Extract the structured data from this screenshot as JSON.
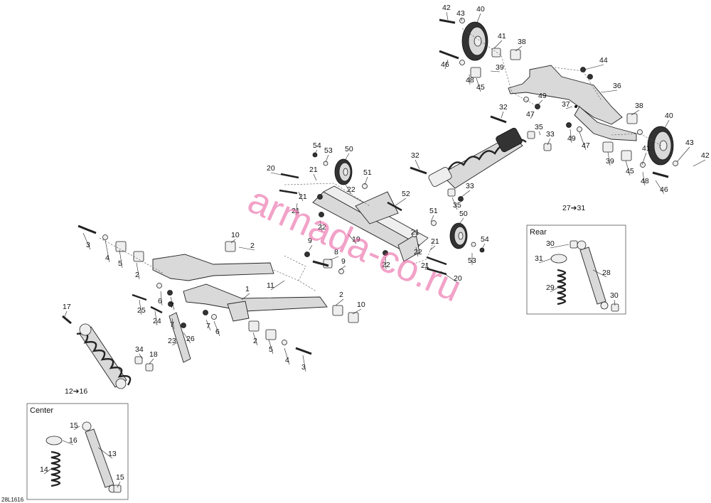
{
  "diagram_code": "28L1616",
  "watermark": "armada-co.ru",
  "callout_range_center": "12➔16",
  "callout_range_rear": "27➔31",
  "inset_center": {
    "title": "Center",
    "labels": [
      "15",
      "16",
      "13",
      "14",
      "15"
    ]
  },
  "inset_rear": {
    "title": "Rear",
    "labels": [
      "30",
      "31",
      "28",
      "29",
      "30"
    ]
  },
  "part_numbers": [
    "42",
    "43",
    "40",
    "41",
    "38",
    "46",
    "48",
    "45",
    "39",
    "44",
    "36",
    "49",
    "47",
    "37",
    "32",
    "35",
    "33",
    "38",
    "40",
    "49",
    "47",
    "39",
    "45",
    "41",
    "43",
    "42",
    "48",
    "46",
    "32",
    "33",
    "35",
    "54",
    "53",
    "50",
    "20",
    "21",
    "21",
    "21",
    "22",
    "51",
    "52",
    "19",
    "22",
    "22",
    "51",
    "50",
    "54",
    "53",
    "21",
    "22",
    "21",
    "21",
    "20",
    "10",
    "2",
    "9",
    "8",
    "9",
    "11",
    "3",
    "4",
    "5",
    "2",
    "6",
    "7",
    "1",
    "2",
    "10",
    "17",
    "25",
    "24",
    "7",
    "7",
    "6",
    "26",
    "23",
    "34",
    "18",
    "2",
    "5",
    "4",
    "3"
  ]
}
